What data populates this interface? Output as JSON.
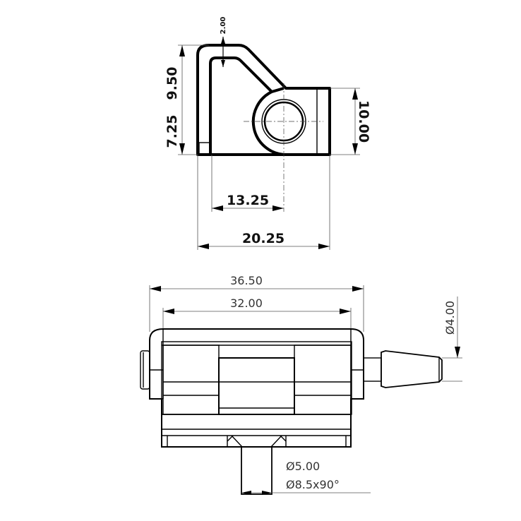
{
  "top_view": {
    "dims": {
      "wall": "2.00",
      "upper_height": "9.50",
      "lower_height": "7.25",
      "right_height": "10.00",
      "hole_offset": "13.25",
      "total_width": "20.25"
    }
  },
  "front_view": {
    "dims": {
      "overall_length": "36.50",
      "body_length": "32.00",
      "pin_diameter": "Ø4.00",
      "hole_diameter": "Ø5.00",
      "countersink": "Ø8.5x90°"
    }
  }
}
